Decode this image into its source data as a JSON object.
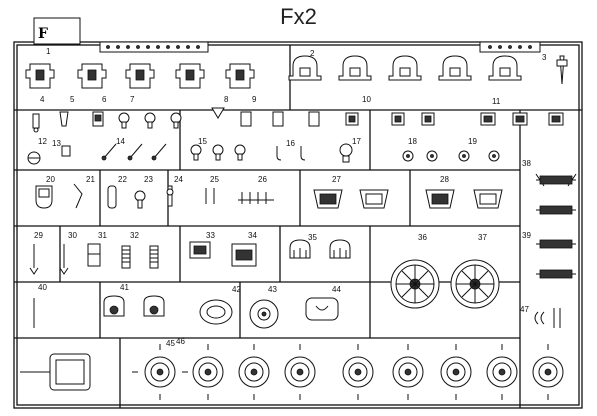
{
  "title": "Fx2",
  "frame_letter": "F",
  "part_numbers": [
    "1",
    "2",
    "3",
    "4",
    "5",
    "6",
    "7",
    "8",
    "9",
    "10",
    "11",
    "12",
    "13",
    "14",
    "15",
    "16",
    "17",
    "18",
    "19",
    "20",
    "21",
    "22",
    "23",
    "24",
    "25",
    "26",
    "27",
    "28",
    "29",
    "30",
    "31",
    "32",
    "33",
    "34",
    "35",
    "36",
    "37",
    "38",
    "39",
    "40",
    "41",
    "42",
    "43",
    "44",
    "45",
    "46",
    "47"
  ],
  "colors": {
    "line": "#111111",
    "background": "#ffffff"
  }
}
